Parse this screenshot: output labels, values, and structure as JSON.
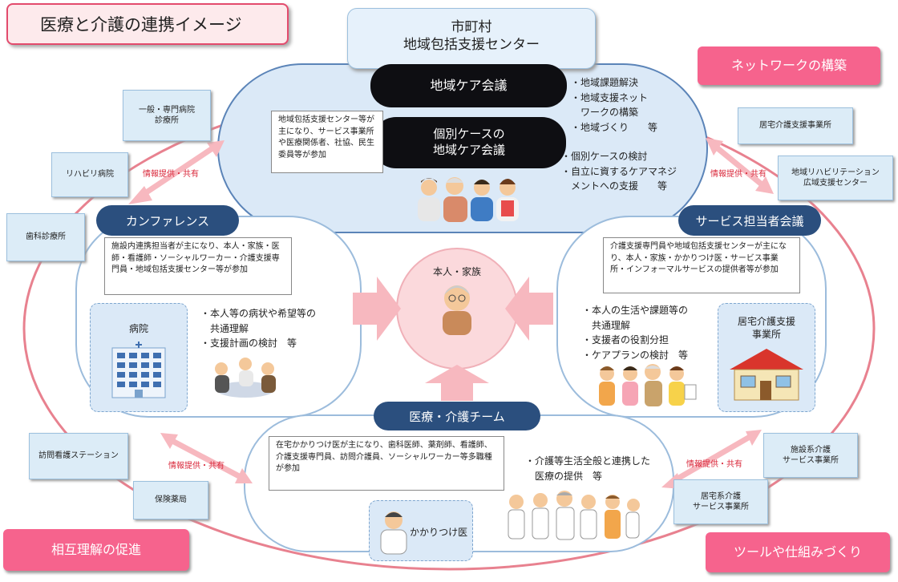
{
  "title": "医療と介護の連携イメージ",
  "top_box": "市町村\n地域包括支援センター",
  "tags": {
    "network": "ネットワークの構築",
    "mutual": "相互理解の促進",
    "tools": "ツールや仕組みづくり"
  },
  "top_section": {
    "regional_meeting": "地域ケア会議",
    "individual_meeting": "個別ケースの\n地域ケア会議",
    "note": "地域包括支援センター等が主になり、サービス事業所や医療関係者、社協、民生委員等が参加",
    "bullets1": "・地域課題解決\n・地域支援ネット\n　ワークの構築\n・地域づくり　　等",
    "bullets2": "・個別ケースの検討\n・自立に資するケアマネジ\n　メントへの支援　　等"
  },
  "left_boxes": [
    "一般・専門病院\n診療所",
    "リハビリ病院",
    "歯科診療所"
  ],
  "right_boxes": [
    "居宅介護支援事業所",
    "地域リハビリテーション\n広域支援センター"
  ],
  "bottom_left_boxes": [
    "訪問看護ステーション",
    "保険薬局"
  ],
  "bottom_right_boxes": [
    "施設系介護\nサービス事業所",
    "居宅系介護\nサービス事業所"
  ],
  "info_share": "情報提供・共有",
  "conference": {
    "label": "カンファレンス",
    "note": "施設内連携担当者が主になり、本人・家族・医師・看護師・ソーシャルワーカー・介護支援専門員・地域包括支援センター等が参加",
    "hospital": "病院",
    "bullets": "・本人等の病状や希望等の\n　共通理解\n・支援計画の検討　等"
  },
  "service": {
    "label": "サービス担当者会議",
    "note": "介護支援専門員や地域包括支援センターが主になり、本人・家族・かかりつけ医・サービス事業所・インフォーマルサービスの提供者等が参加",
    "bullets": "・本人の生活や課題等の\n　共通理解\n・支援者の役割分担\n・ケアプランの検討　等",
    "office": "居宅介護支援\n事業所"
  },
  "center": "本人・家族",
  "team": {
    "label": "医療・介護チーム",
    "note": "在宅かかりつけ医が主になり、歯科医師、薬剤師、看護師、介護支援専門員、訪問介護員、ソーシャルワーカー等多職種が参加",
    "bullets": "・介護等生活全般と連携した\n　医療の提供　等",
    "doctor": "かかりつけ医"
  },
  "colors": {
    "navy": "#2b4f7e",
    "pink": "#f6638d",
    "light_blue": "#dcecf7",
    "ring": "#e8818f"
  }
}
